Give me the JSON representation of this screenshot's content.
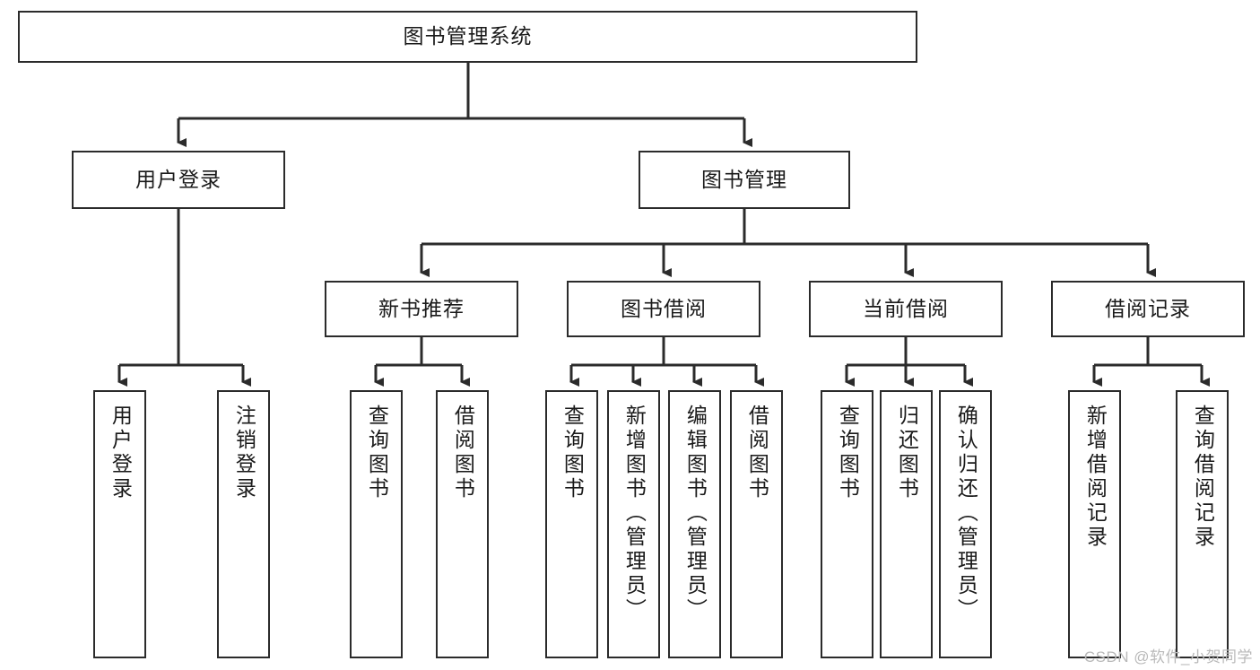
{
  "diagram": {
    "type": "tree",
    "title": "图书管理系统",
    "watermark": "CSDN @软件_小贺同学",
    "colors": {
      "box_border": "#2b2b2b",
      "box_fill": "#ffffff",
      "edge": "#2b2b2b",
      "text": "#1a1a1a",
      "watermark": "#b9b9b9"
    },
    "nodes": {
      "root": {
        "label": "图书管理系统"
      },
      "level2": [
        {
          "id": "user-login",
          "label": "用户登录"
        },
        {
          "id": "book-management",
          "label": "图书管理"
        }
      ],
      "level3": [
        {
          "id": "new-book-recommend",
          "label": "新书推荐"
        },
        {
          "id": "book-borrow",
          "label": "图书借阅"
        },
        {
          "id": "current-borrow",
          "label": "当前借阅"
        },
        {
          "id": "borrow-record",
          "label": "借阅记录"
        }
      ],
      "leaves": {
        "user-login": [
          {
            "id": "leaf-user-login",
            "label": "用户登录"
          },
          {
            "id": "leaf-logout-login",
            "label": "注销登录"
          }
        ],
        "new-book-recommend": [
          {
            "id": "leaf-query-book-1",
            "label": "查询图书"
          },
          {
            "id": "leaf-borrow-book-1",
            "label": "借阅图书"
          }
        ],
        "book-borrow": [
          {
            "id": "leaf-query-book-2",
            "label": "查询图书"
          },
          {
            "id": "leaf-add-book-admin",
            "label": "新增图书（管理员）"
          },
          {
            "id": "leaf-edit-book-admin",
            "label": "编辑图书（管理员）"
          },
          {
            "id": "leaf-borrow-book-2",
            "label": "借阅图书"
          }
        ],
        "current-borrow": [
          {
            "id": "leaf-query-book-3",
            "label": "查询图书"
          },
          {
            "id": "leaf-return-book",
            "label": "归还图书"
          },
          {
            "id": "leaf-confirm-return-admin",
            "label": "确认归还（管理员）"
          }
        ],
        "borrow-record": [
          {
            "id": "leaf-add-borrow-record",
            "label": "新增借阅记录"
          },
          {
            "id": "leaf-query-borrow-record",
            "label": "查询借阅记录"
          }
        ]
      }
    }
  }
}
